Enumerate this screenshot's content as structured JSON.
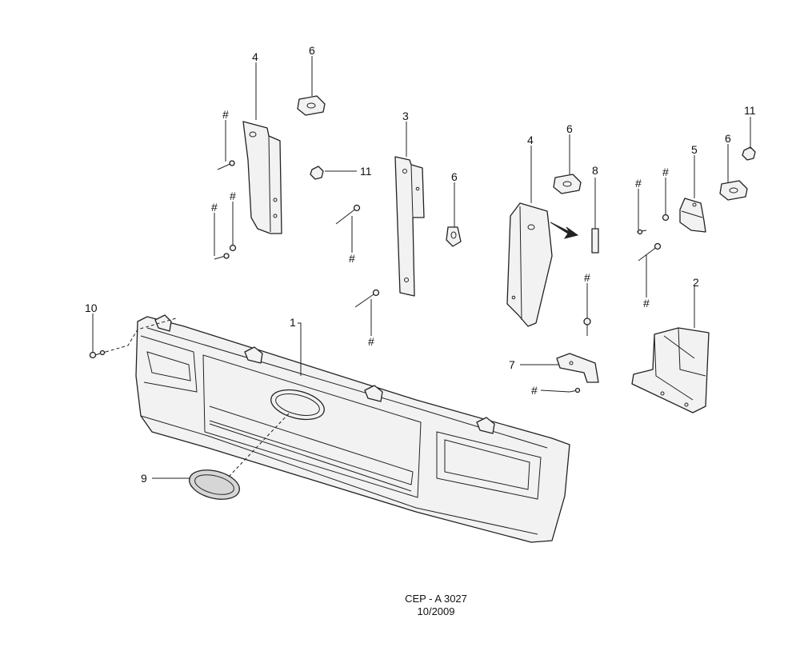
{
  "callouts": {
    "c1": "1",
    "c2": "2",
    "c3": "3",
    "c4a": "4",
    "c4b": "4",
    "c5": "5",
    "c6a": "6",
    "c6b": "6",
    "c6c": "6",
    "c6d": "6",
    "c7": "7",
    "c8": "8",
    "c9": "9",
    "c10": "10",
    "c11a": "11",
    "c11b": "11"
  },
  "hash_mark": "#",
  "footer": {
    "code": "CEP - A 3027",
    "date": "10/2009"
  }
}
